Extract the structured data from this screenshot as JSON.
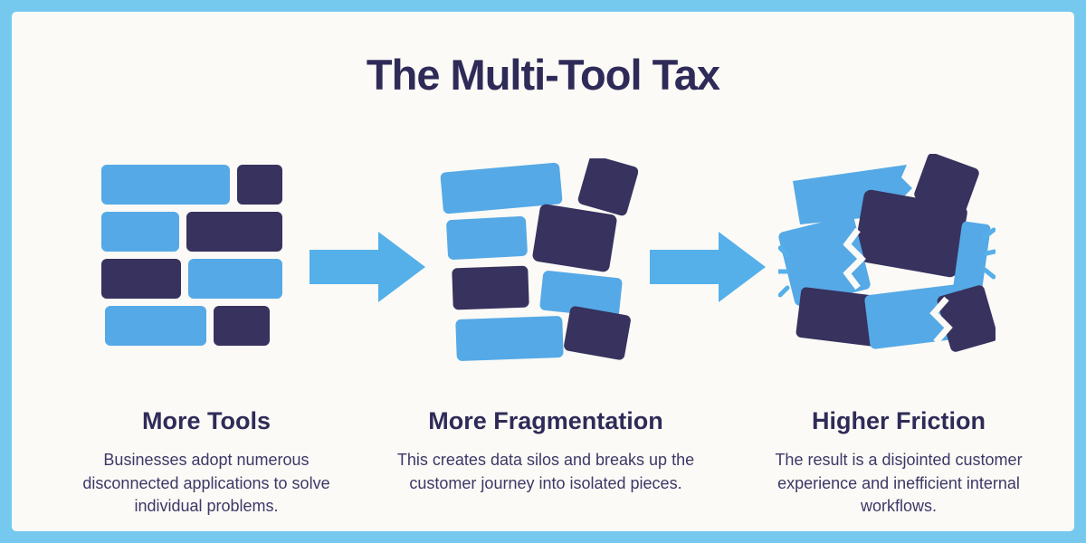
{
  "title": "The Multi-Tool Tax",
  "colors": {
    "frame": "#76C9EE",
    "background": "#FBFAF6",
    "block_blue": "#55A9E6",
    "block_dark": "#37325E",
    "arrow": "#55B0E9",
    "heading": "#2F2B58",
    "body": "#3D3867"
  },
  "columns": [
    {
      "heading": "More Tools",
      "description": "Businesses adopt numerous disconnected applications to solve individual problems.",
      "illustration": "orderly-grid-of-blocks"
    },
    {
      "heading": "More Fragmentation",
      "description": "This creates data silos and breaks up the customer journey into isolated pieces.",
      "illustration": "scattered-tilted-blocks"
    },
    {
      "heading": "Higher Friction",
      "description": "The result is a disjointed customer experience and inefficient internal workflows.",
      "illustration": "colliding-torn-blocks"
    }
  ],
  "arrows": [
    {
      "name": "right-arrow"
    },
    {
      "name": "right-arrow"
    }
  ]
}
